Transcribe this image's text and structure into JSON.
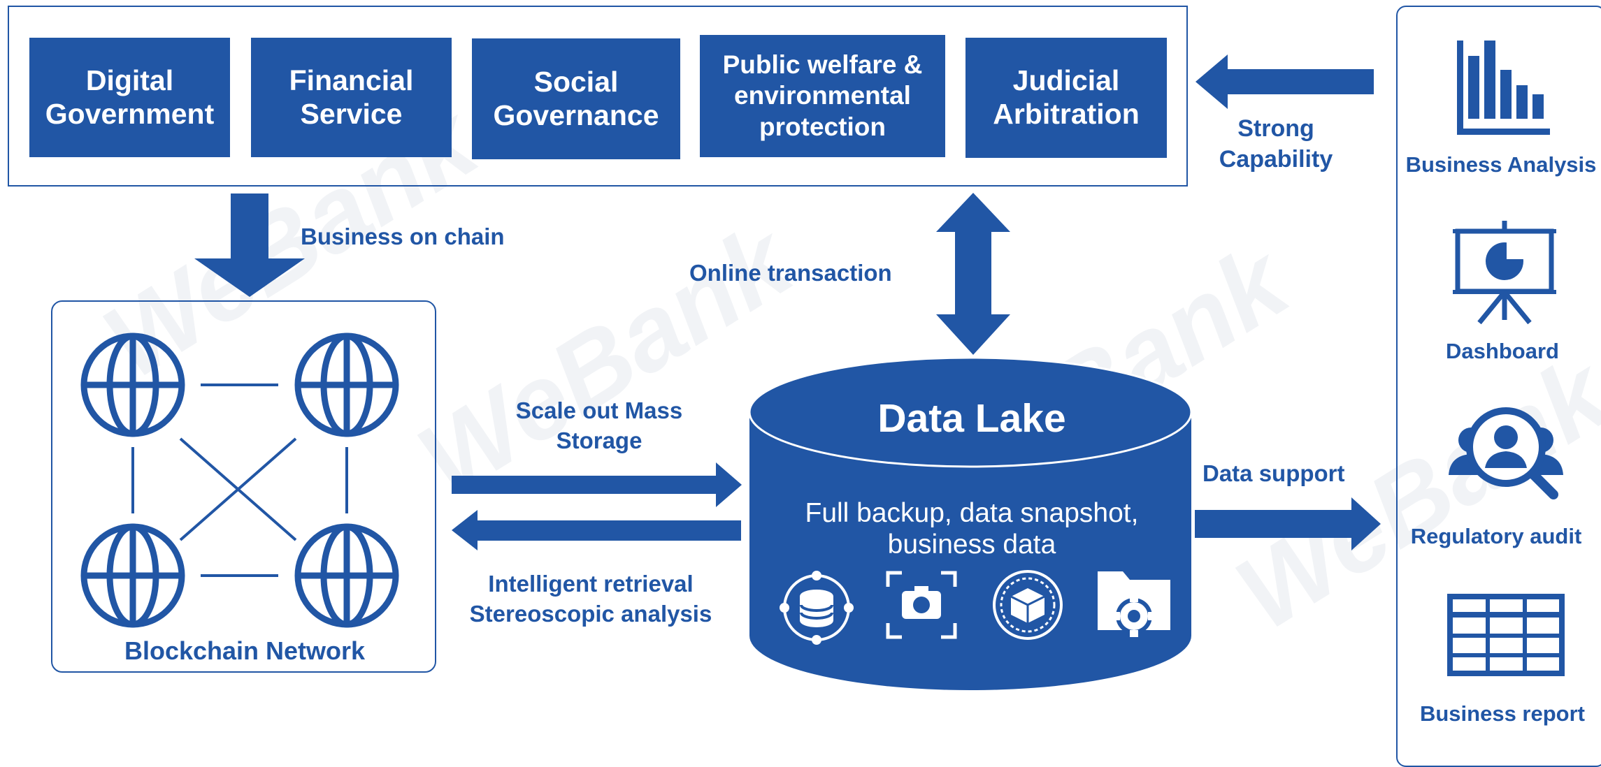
{
  "watermark": "WeBank",
  "applications": [
    {
      "label": "Digital Government"
    },
    {
      "label": "Financial Service"
    },
    {
      "label": "Social Governance"
    },
    {
      "label": "Public welfare & environmental protection"
    },
    {
      "label": "Judicial Arbitration"
    }
  ],
  "flows": {
    "strong_capability": "Strong Capability",
    "business_on_chain": "Business on chain",
    "online_transaction": "Online transaction",
    "scale_out": "Scale out Mass Storage",
    "retrieval": "Intelligent retrieval Stereoscopic analysis",
    "data_support": "Data support"
  },
  "blockchain": {
    "title": "Blockchain Network"
  },
  "data_lake": {
    "title": "Data Lake",
    "subtitle": "Full backup, data snapshot, business data"
  },
  "services": [
    {
      "label": "Business Analysis",
      "icon": "bar-chart-icon"
    },
    {
      "label": "Dashboard",
      "icon": "presentation-board-icon"
    },
    {
      "label": "Regulatory audit",
      "icon": "users-magnifier-icon"
    },
    {
      "label": "Business report",
      "icon": "table-grid-icon"
    }
  ],
  "colors": {
    "primary": "#2156a5",
    "background": "#ffffff",
    "watermark": "#f1f3f6"
  }
}
